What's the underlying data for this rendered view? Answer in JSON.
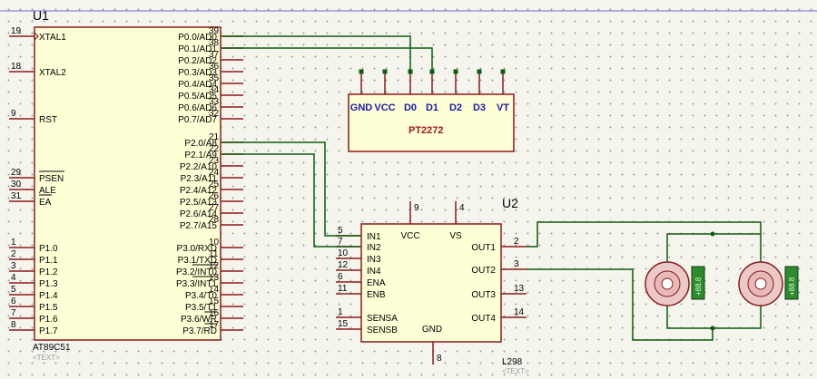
{
  "u1": {
    "ref": "U1",
    "part": "AT89C51",
    "text_placeholder": "<TEXT>",
    "left_pins": [
      {
        "num": "19",
        "name": "XTAL1"
      },
      {
        "num": "18",
        "name": "XTAL2"
      },
      {
        "num": "9",
        "name": "RST"
      },
      {
        "num": "29",
        "name": "PSEN"
      },
      {
        "num": "30",
        "name": "ALE"
      },
      {
        "num": "31",
        "name": "EA"
      },
      {
        "num": "1",
        "name": "P1.0"
      },
      {
        "num": "2",
        "name": "P1.1"
      },
      {
        "num": "3",
        "name": "P1.2"
      },
      {
        "num": "4",
        "name": "P1.3"
      },
      {
        "num": "5",
        "name": "P1.4"
      },
      {
        "num": "6",
        "name": "P1.5"
      },
      {
        "num": "7",
        "name": "P1.6"
      },
      {
        "num": "8",
        "name": "P1.7"
      }
    ],
    "right_pins": [
      {
        "num": "39",
        "name": "P0.0/AD0"
      },
      {
        "num": "38",
        "name": "P0.1/AD1"
      },
      {
        "num": "37",
        "name": "P0.2/AD2"
      },
      {
        "num": "36",
        "name": "P0.3/AD3"
      },
      {
        "num": "35",
        "name": "P0.4/AD4"
      },
      {
        "num": "34",
        "name": "P0.5/AD5"
      },
      {
        "num": "33",
        "name": "P0.6/AD6"
      },
      {
        "num": "32",
        "name": "P0.7/AD7"
      },
      {
        "num": "21",
        "name": "P2.0/A8"
      },
      {
        "num": "22",
        "name": "P2.1/A9"
      },
      {
        "num": "23",
        "name": "P2.2/A10"
      },
      {
        "num": "24",
        "name": "P2.3/A11"
      },
      {
        "num": "25",
        "name": "P2.4/A12"
      },
      {
        "num": "26",
        "name": "P2.5/A13"
      },
      {
        "num": "27",
        "name": "P2.6/A14"
      },
      {
        "num": "28",
        "name": "P2.7/A15"
      },
      {
        "num": "10",
        "name": "P3.0/RXD"
      },
      {
        "num": "11",
        "name": "P3.1/TXD"
      },
      {
        "num": "12",
        "name": "P3.2/INT0"
      },
      {
        "num": "13",
        "name": "P3.3/INT1"
      },
      {
        "num": "14",
        "name": "P3.4/T0"
      },
      {
        "num": "15",
        "name": "P3.5/T1"
      },
      {
        "num": "16",
        "name": "P3.6/WR"
      },
      {
        "num": "17",
        "name": "P3.7/RD"
      }
    ]
  },
  "pt2272": {
    "name": "PT2272",
    "pins": [
      "GND",
      "VCC",
      "D0",
      "D1",
      "D2",
      "D3",
      "VT"
    ]
  },
  "u2": {
    "ref": "U2",
    "part": "L298",
    "text_placeholder": "<TEXT>",
    "top_pins": [
      {
        "num": "9",
        "name": "VCC"
      },
      {
        "num": "4",
        "name": "VS"
      }
    ],
    "bottom_pin": {
      "num": "8",
      "name": "GND"
    },
    "left_pins": [
      {
        "num": "5",
        "name": "IN1"
      },
      {
        "num": "7",
        "name": "IN2"
      },
      {
        "num": "10",
        "name": "IN3"
      },
      {
        "num": "12",
        "name": "IN4"
      },
      {
        "num": "6",
        "name": "ENA"
      },
      {
        "num": "11",
        "name": "ENB"
      },
      {
        "num": "1",
        "name": "SENSA"
      },
      {
        "num": "15",
        "name": "SENSB"
      }
    ],
    "right_pins": [
      {
        "num": "2",
        "name": "OUT1"
      },
      {
        "num": "3",
        "name": "OUT2"
      },
      {
        "num": "13",
        "name": "OUT3"
      },
      {
        "num": "14",
        "name": "OUT4"
      }
    ]
  },
  "motors": [
    {
      "id": "motor-1",
      "value": "+88.8"
    },
    {
      "id": "motor-2",
      "value": "+88.8"
    }
  ],
  "colors": {
    "chip_fill": "#ffffd6",
    "chip_border": "#8b1a1a",
    "wire": "#0d5c0d",
    "pin_line": "#8b1a1a",
    "meter_fill": "#2d8a2d",
    "pt_blue": "#1a1aa8",
    "pt_red": "#a01818"
  }
}
